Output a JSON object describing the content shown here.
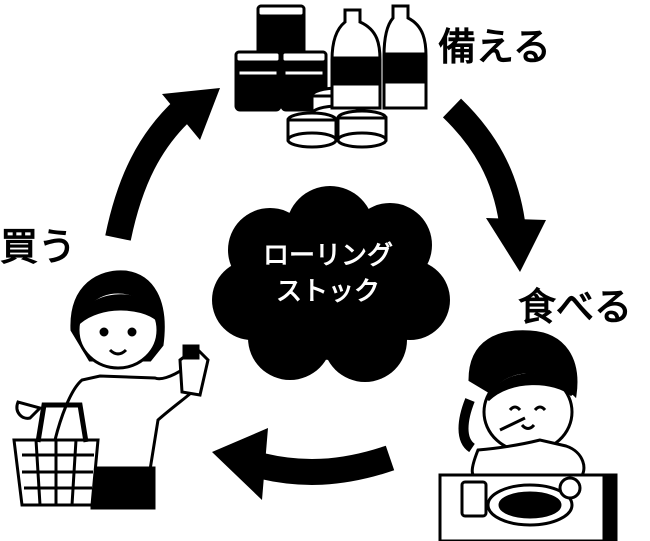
{
  "labels": {
    "stock": "備える",
    "eat": "食べる",
    "buy": "買う"
  },
  "center": {
    "line1": "ローリング",
    "line2": "ストック"
  },
  "colors": {
    "ink": "#000000",
    "paper": "#ffffff",
    "cloud": "#000000"
  },
  "icons": [
    "canned-food-icon",
    "water-bottle-icon",
    "eating-girl-icon",
    "shopping-woman-icon",
    "cycle-arrow-icon"
  ]
}
